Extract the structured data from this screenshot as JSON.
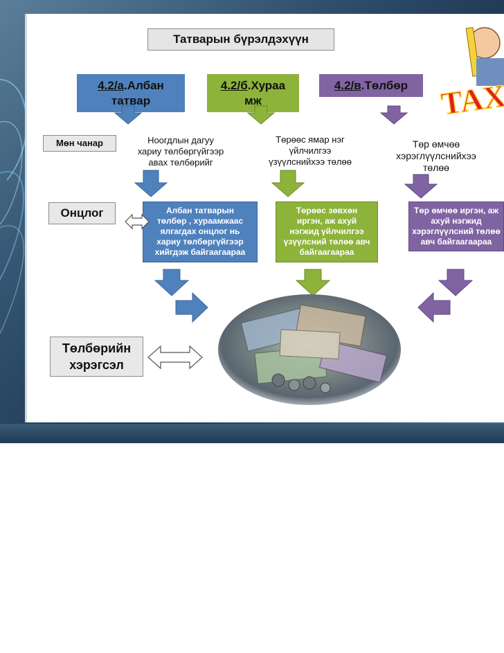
{
  "title": "Татварын бүрэлдэхүүн",
  "columns": [
    {
      "code": "4.2/а",
      "name_line1": ".Албан",
      "name_line2": "татвар",
      "essence": [
        "Ноогдлын дагуу",
        "хариу төлбөргүйгээр",
        "авах төлбөрийг"
      ],
      "feature": [
        "Албан татварын",
        "төлбөр , хураамжаас",
        "ялгагдах онцлог нь",
        "хариу төлбөргүйгээр",
        "хийгдэж байгаагаараа"
      ]
    },
    {
      "code": "4.2/б",
      "name_line1": ".Хураа",
      "name_line2": "мж",
      "essence": [
        "Төрөөс ямар нэг",
        "үйлчилгээ",
        "үзүүлснийхээ төлөө"
      ],
      "feature": [
        "Төрөөс зөвхөн",
        "иргэн, аж ахуй",
        "нэгжид үйлчилгээ",
        "үзүүлсний төлөө авч",
        "байгаагаараа"
      ]
    },
    {
      "code": "4.2/в",
      "name_line1": ".Төлбөр",
      "name_line2": "",
      "essence": [
        "Төр өмчөө",
        "хэрэглүүлснийхээ",
        "төлөө"
      ],
      "feature": [
        "Төр өмчөө иргэн, аж",
        "ахуй нэгжид",
        "хэрэглүүлсний төлөө",
        "авч байгаагаараа"
      ]
    }
  ],
  "labels": {
    "essence": "Мөн чанар",
    "feature": "Онцлог",
    "instrument_line1": "Төлбөрийн",
    "instrument_line2": "хэрэгсэл"
  },
  "logo_text": "TAX",
  "colors": {
    "blue": "#4f81bd",
    "green": "#8db33b",
    "purple": "#8064a2"
  }
}
